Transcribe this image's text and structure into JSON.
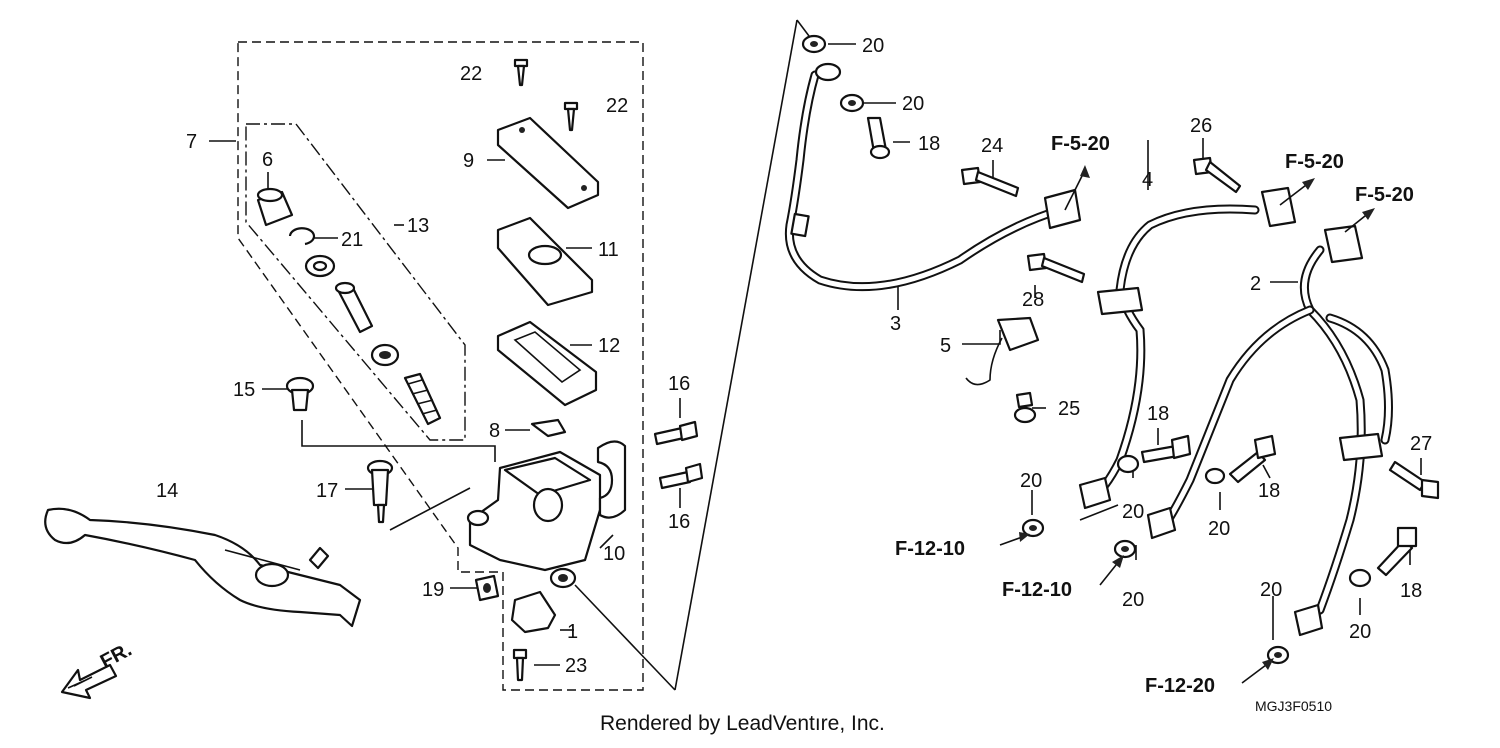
{
  "diagram": {
    "code": "MGJ3F0510",
    "credit": "Rendered by LeadVentıre, Inc.",
    "direction_label": "FR."
  },
  "callouts": [
    {
      "id": "c1",
      "text": "1"
    },
    {
      "id": "c2",
      "text": "2"
    },
    {
      "id": "c3",
      "text": "3"
    },
    {
      "id": "c4",
      "text": "4"
    },
    {
      "id": "c5",
      "text": "5"
    },
    {
      "id": "c6",
      "text": "6"
    },
    {
      "id": "c7",
      "text": "7"
    },
    {
      "id": "c8",
      "text": "8"
    },
    {
      "id": "c9",
      "text": "9"
    },
    {
      "id": "c10",
      "text": "10"
    },
    {
      "id": "c11",
      "text": "11"
    },
    {
      "id": "c12",
      "text": "12"
    },
    {
      "id": "c13",
      "text": "13"
    },
    {
      "id": "c14",
      "text": "14"
    },
    {
      "id": "c15",
      "text": "15"
    },
    {
      "id": "c16a",
      "text": "16"
    },
    {
      "id": "c16b",
      "text": "16"
    },
    {
      "id": "c17",
      "text": "17"
    },
    {
      "id": "c18a",
      "text": "18"
    },
    {
      "id": "c18b",
      "text": "18"
    },
    {
      "id": "c18c",
      "text": "18"
    },
    {
      "id": "c18d",
      "text": "18"
    },
    {
      "id": "c19",
      "text": "19"
    },
    {
      "id": "c20a",
      "text": "20"
    },
    {
      "id": "c20b",
      "text": "20"
    },
    {
      "id": "c20c",
      "text": "20"
    },
    {
      "id": "c20d",
      "text": "20"
    },
    {
      "id": "c20e",
      "text": "20"
    },
    {
      "id": "c20f",
      "text": "20"
    },
    {
      "id": "c20g",
      "text": "20"
    },
    {
      "id": "c20h",
      "text": "20"
    },
    {
      "id": "c21",
      "text": "21"
    },
    {
      "id": "c22a",
      "text": "22"
    },
    {
      "id": "c22b",
      "text": "22"
    },
    {
      "id": "c23",
      "text": "23"
    },
    {
      "id": "c24",
      "text": "24"
    },
    {
      "id": "c25",
      "text": "25"
    },
    {
      "id": "c26",
      "text": "26"
    },
    {
      "id": "c27",
      "text": "27"
    },
    {
      "id": "c28",
      "text": "28"
    }
  ],
  "references": [
    {
      "id": "r1",
      "text": "F-5-20"
    },
    {
      "id": "r2",
      "text": "F-5-20"
    },
    {
      "id": "r3",
      "text": "F-5-20"
    },
    {
      "id": "r4",
      "text": "F-12-10"
    },
    {
      "id": "r5",
      "text": "F-12-10"
    },
    {
      "id": "r6",
      "text": "F-12-20"
    }
  ]
}
